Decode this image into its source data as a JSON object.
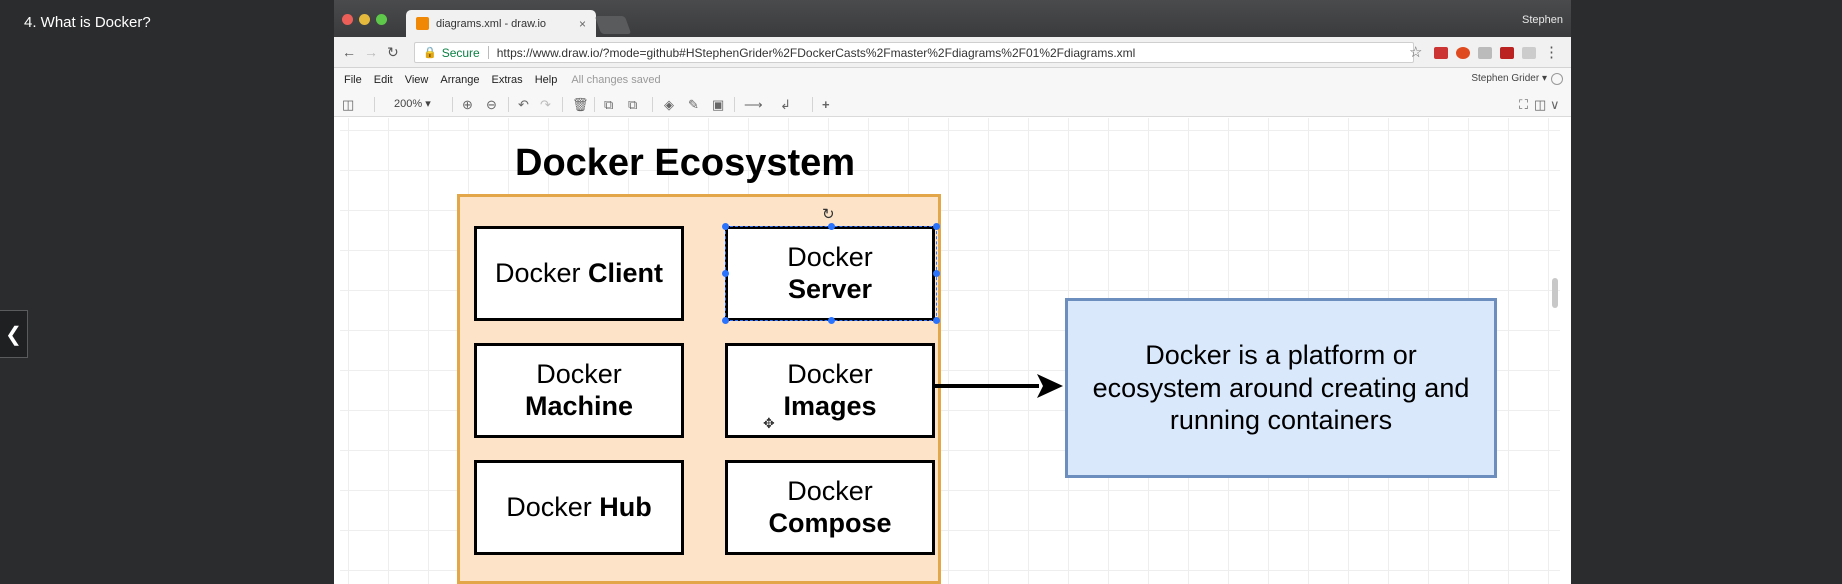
{
  "lecture": {
    "title": "4. What is Docker?"
  },
  "browser": {
    "tab_title": "diagrams.xml - draw.io",
    "tab_close": "×",
    "profile": "Stephen",
    "secure_label": "Secure",
    "url": "https://www.draw.io/?mode=github#HStephenGrider%2FDockerCasts%2Fmaster%2Fdiagrams%2F01%2Fdiagrams.xml"
  },
  "drawio": {
    "menu": [
      "File",
      "Edit",
      "View",
      "Arrange",
      "Extras",
      "Help"
    ],
    "status": "All changes saved",
    "user": "Stephen Grider",
    "zoom": "200%"
  },
  "diagram": {
    "title": "Docker Ecosystem",
    "components": [
      {
        "regular": "Docker",
        "bold": "Client"
      },
      {
        "regular": "Docker",
        "bold": "Server"
      },
      {
        "regular": "Docker",
        "bold": "Machine"
      },
      {
        "regular": "Docker",
        "bold": "Images"
      },
      {
        "regular": "Docker",
        "bold": "Hub"
      },
      {
        "regular": "Docker",
        "bold": "Compose"
      }
    ],
    "description": "Docker is a platform or ecosystem around creating and running containers"
  },
  "colors": {
    "group_fill": "#fde4c9",
    "group_border": "#e3a74a",
    "info_fill": "#dae8fc",
    "info_border": "#6c8ebf",
    "selection": "#2a73ff",
    "secure_green": "#0b8043"
  },
  "icons": [
    "chevron-left-icon",
    "drawio-favicon",
    "lock-icon",
    "star-icon",
    "rotate-icon",
    "move-cursor-icon",
    "globe-icon"
  ]
}
